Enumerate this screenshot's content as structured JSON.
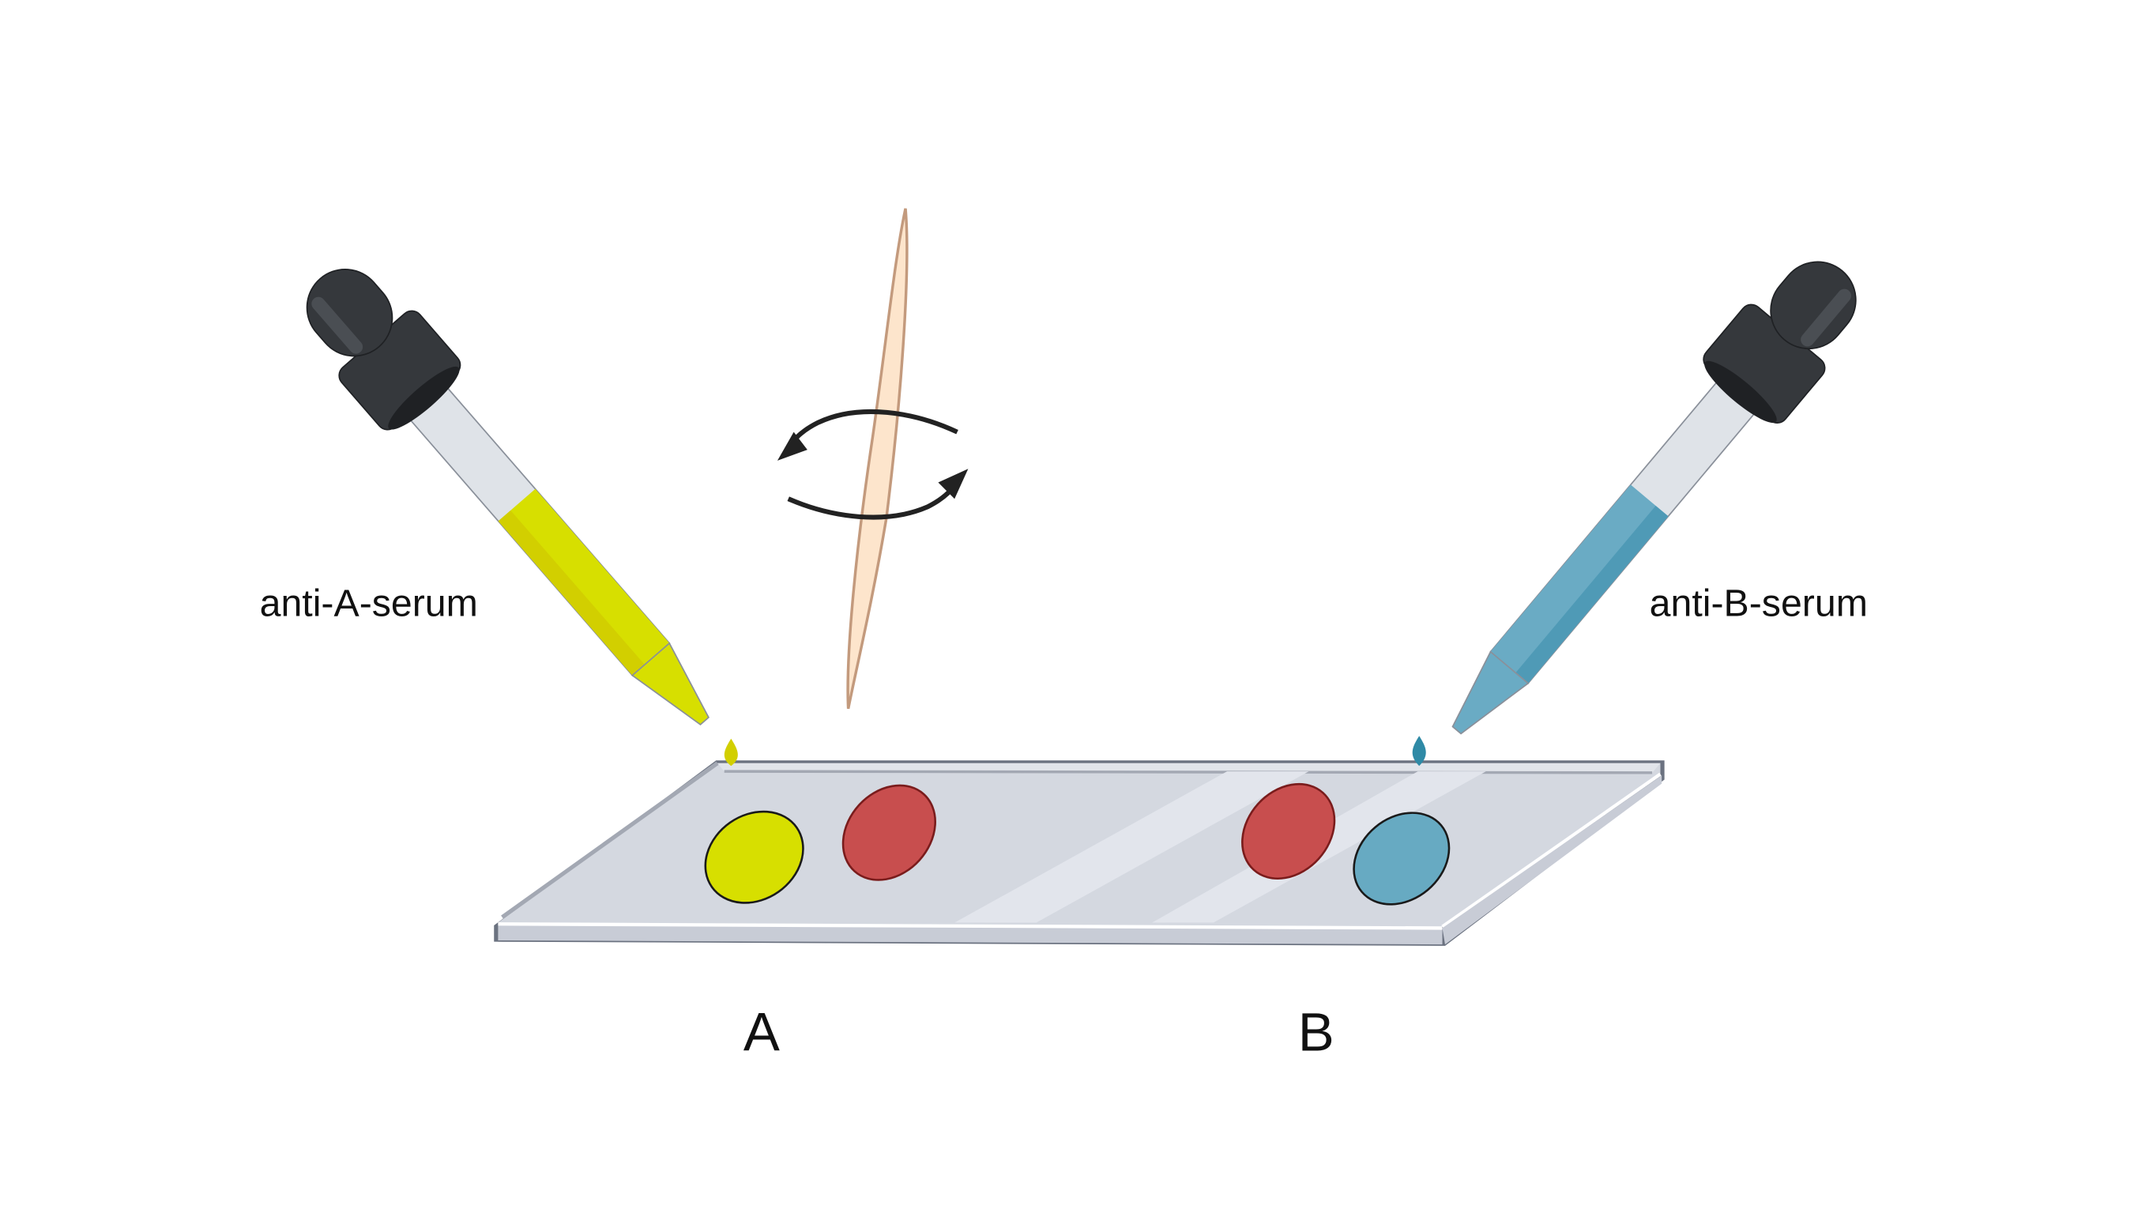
{
  "diagram": {
    "title": "Blood typing slide test",
    "labels": {
      "serum_a": "anti-A-serum",
      "serum_b": "anti-B-serum",
      "well_a": "A",
      "well_b": "B"
    },
    "elements": [
      {
        "name": "dropper-anti-a",
        "liquid_color": "#d7df00",
        "cap_color": "#35383c"
      },
      {
        "name": "dropper-anti-b",
        "liquid_color": "#6aabc4",
        "cap_color": "#35383c"
      },
      {
        "name": "toothpick",
        "fill_color": "#fde5cc",
        "stroke_color": "#c39a7d"
      },
      {
        "name": "rotation-arrows",
        "color": "#222222"
      },
      {
        "name": "glass-slide",
        "fill_color": "#d4d8e0",
        "edge_color": "#6b7280"
      }
    ],
    "drops_on_slide": [
      {
        "well": "A",
        "content": "anti-A serum",
        "color": "#d7df00",
        "outline": "#1a1a1a"
      },
      {
        "well": "A",
        "content": "blood",
        "color": "#c84e4e",
        "outline": "#7a1c1c"
      },
      {
        "well": "B",
        "content": "blood",
        "color": "#c84e4e",
        "outline": "#7a1c1c"
      },
      {
        "well": "B",
        "content": "anti-B serum",
        "color": "#67aac2",
        "outline": "#1a1a1a"
      }
    ]
  }
}
